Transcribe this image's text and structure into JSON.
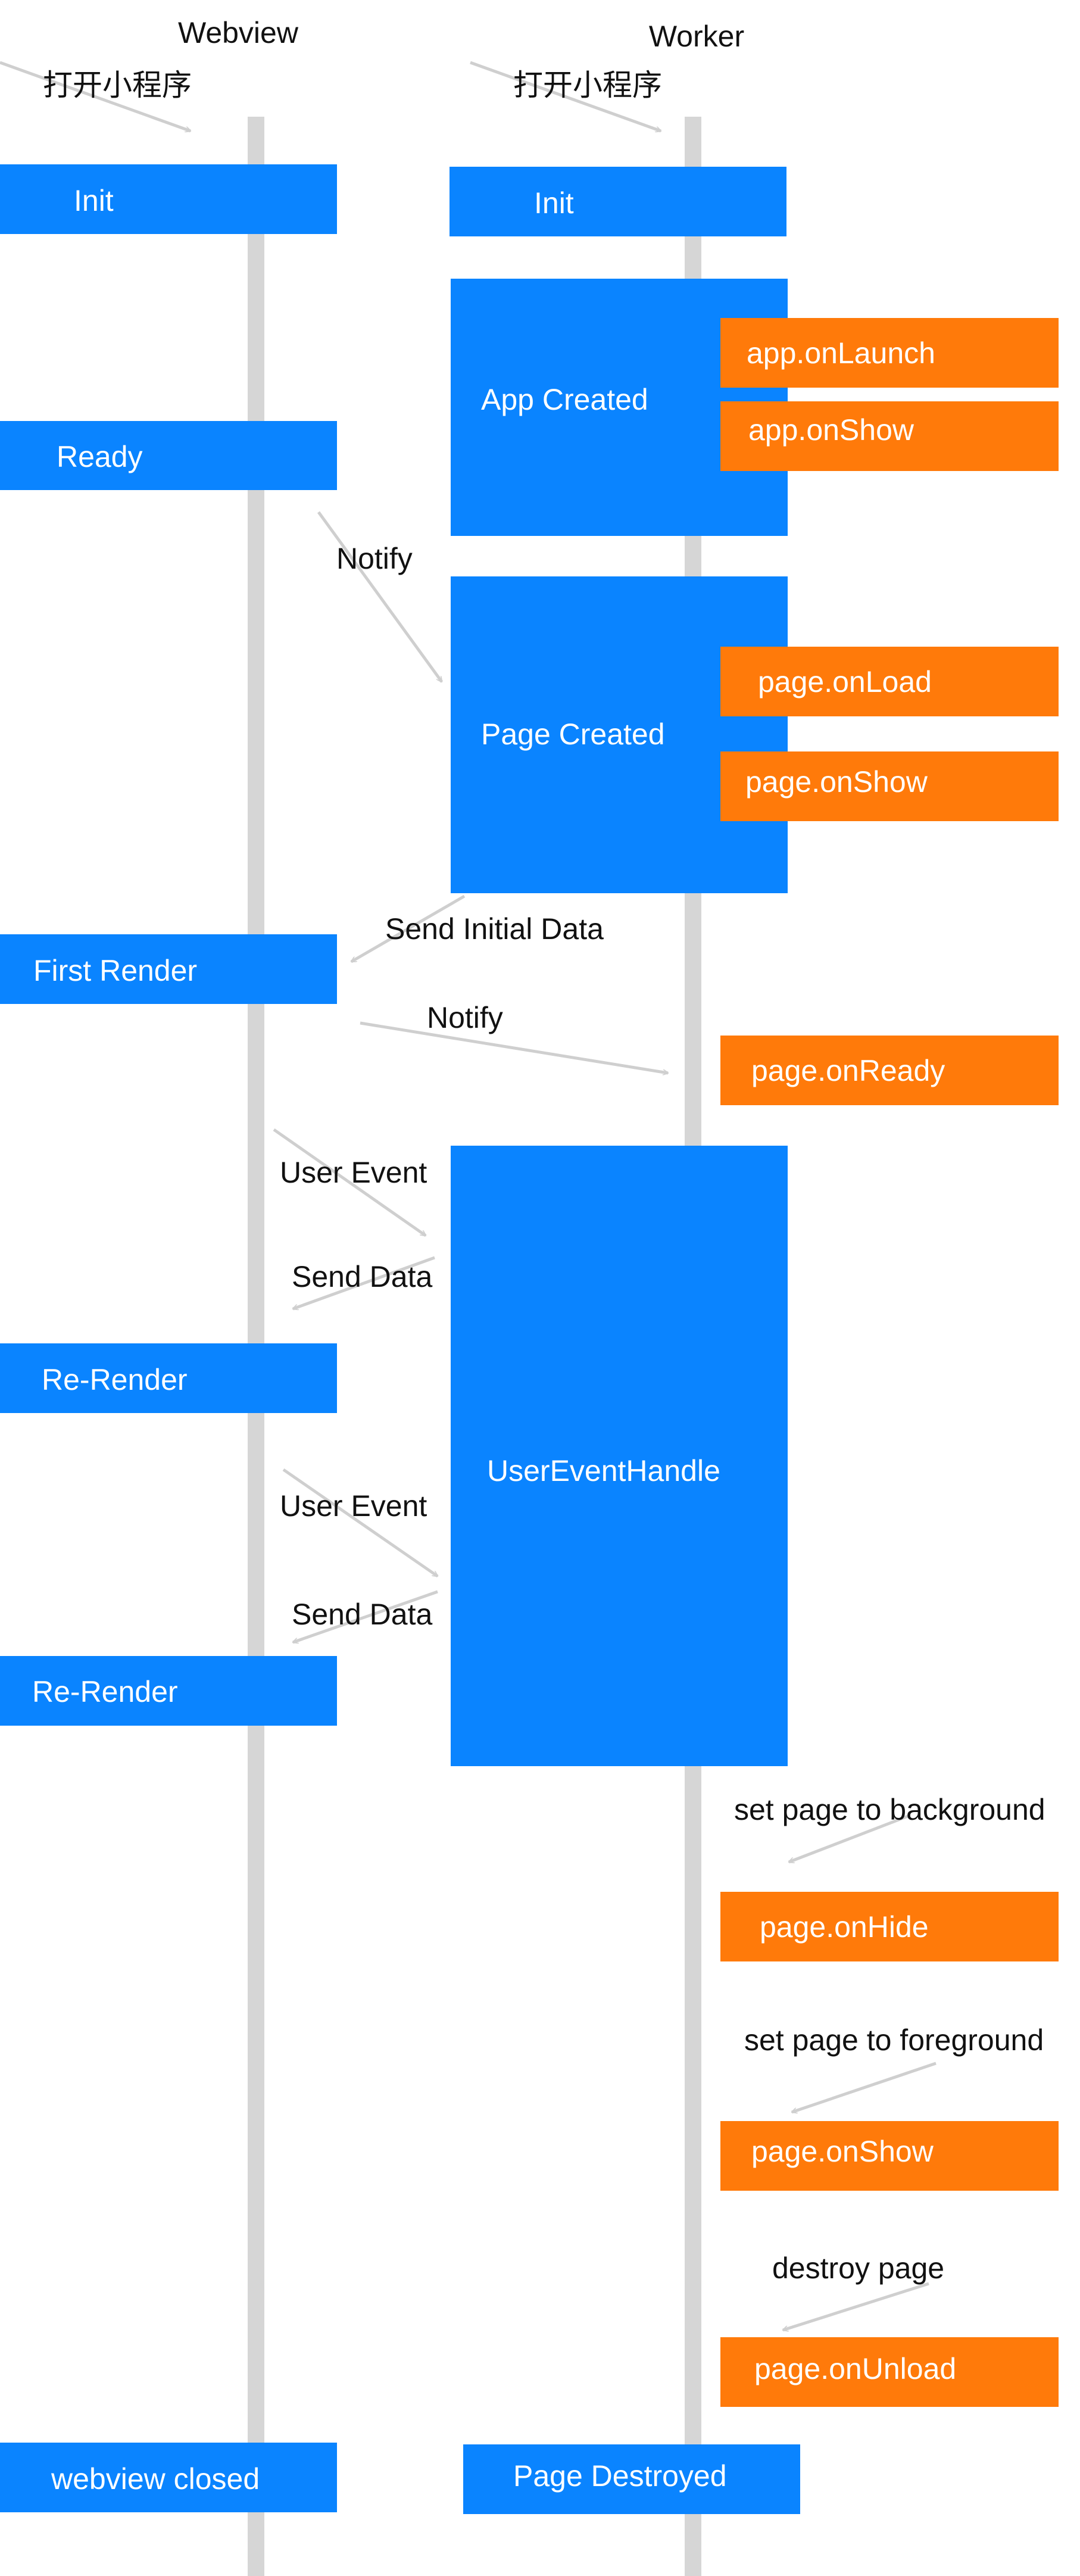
{
  "colors": {
    "lifeline": "#d6d6d6",
    "process_box": "#0a84ff",
    "callback_box": "#ff7a0a",
    "arrow": "#cfcfcf",
    "label_text": "#111111",
    "box_text": "#ffffff"
  },
  "lanes": {
    "webview": "Webview",
    "worker": "Worker"
  },
  "boxes": {
    "wv_init": "Init",
    "wv_ready": "Ready",
    "wv_first_render": "First Render",
    "wv_rerender_1": "Re-Render",
    "wv_rerender_2": "Re-Render",
    "wv_closed": "webview closed",
    "wk_init": "Init",
    "wk_app_created": "App Created",
    "wk_page_created": "Page Created",
    "wk_user_event_handle": "UserEventHandle",
    "wk_page_destroyed": "Page Destroyed",
    "cb_app_onlaunch": "app.onLaunch",
    "cb_app_onshow": "app.onShow",
    "cb_page_onload": "page.onLoad",
    "cb_page_onshow": "page.onShow",
    "cb_page_onready": "page.onReady",
    "cb_page_onhide": "page.onHide",
    "cb_page_onshow_2": "page.onShow",
    "cb_page_onunload": "page.onUnload"
  },
  "arrows": {
    "open_webview": "打开小程序",
    "open_worker": "打开小程序",
    "notify_ready": "Notify",
    "send_initial_data": "Send Initial Data",
    "notify_first_render": "Notify",
    "user_event_1": "User Event",
    "send_data_1": "Send Data",
    "user_event_2": "User Event",
    "send_data_2": "Send Data",
    "set_background": "set page to background",
    "set_foreground": "set page to foreground",
    "destroy_page": "destroy page"
  }
}
